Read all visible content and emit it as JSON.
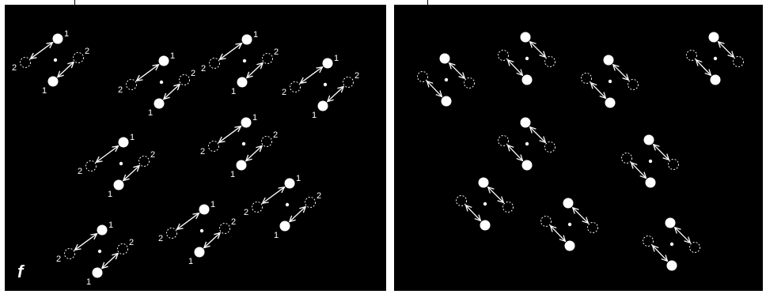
{
  "figure": {
    "panel_label": "f",
    "pair_labels": {
      "solid": "1",
      "dashed": "2"
    }
  },
  "colors": {
    "background": "#000000",
    "foreground": "#ffffff",
    "page": "#ffffff"
  },
  "icons": {
    "solid_dot": "filled-circle",
    "ghost_dot": "dashed-circle",
    "link": "double-headed-arrow",
    "center": "small-dot"
  },
  "left_panel": {
    "motif": "labeled-double-pair",
    "motif_count": 9
  },
  "right_panel": {
    "motif": "unlabeled-double-pair",
    "motif_count": 9
  }
}
